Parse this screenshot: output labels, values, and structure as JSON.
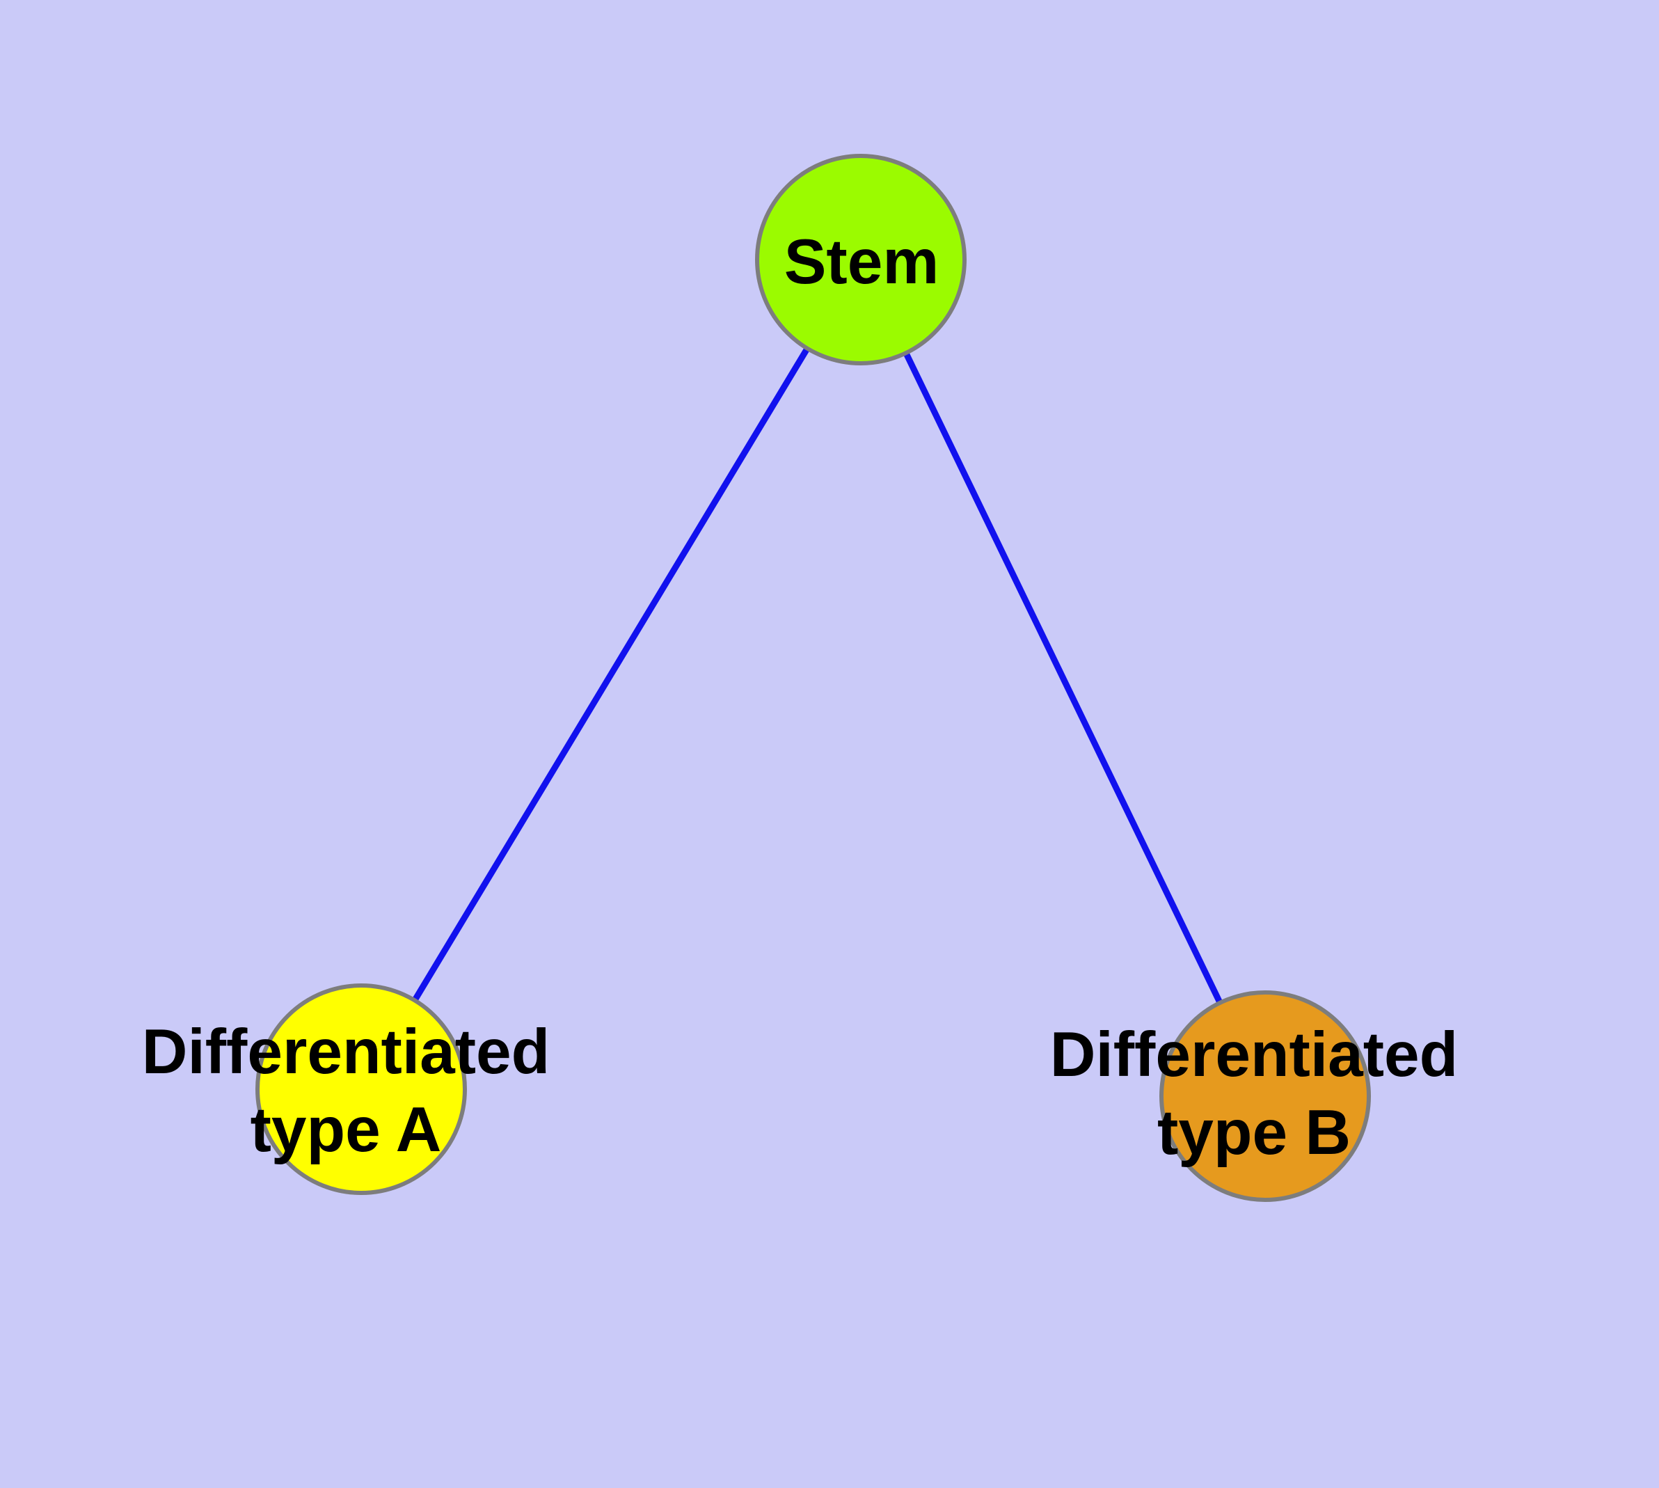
{
  "theme": {
    "background-color": "#CACAF8",
    "edge-color": "#1111EE",
    "node-border-color": "#7D7D7D",
    "stem-fill": "#9BFB00",
    "type-a-fill": "#FFFF00",
    "type-b-fill": "#E69A1E",
    "label-color": "#000000"
  },
  "diagram": {
    "type": "graph",
    "nodes": {
      "stem": {
        "label": "Stem",
        "fill": "#9BFB00"
      },
      "type_a": {
        "line1": "Differentiated",
        "line2": "type A",
        "fill": "#FFFF00"
      },
      "type_b": {
        "line1": "Differentiated",
        "line2": "type B",
        "fill": "#E69A1E"
      }
    },
    "edges": [
      {
        "from": "Stem",
        "to": "Differentiated type A"
      },
      {
        "from": "Stem",
        "to": "Differentiated type B"
      }
    ]
  }
}
